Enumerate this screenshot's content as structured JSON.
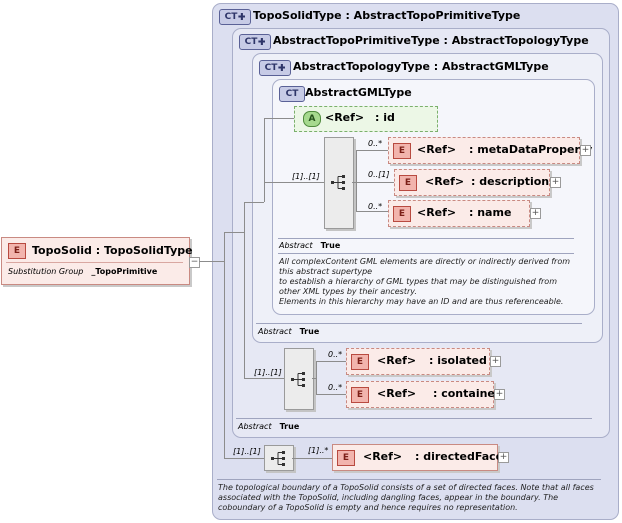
{
  "root_element": {
    "badge": "E",
    "title": "TopoSolid : TopoSolidType",
    "sub_key": "Substitution Group",
    "sub_value": "_TopoPrimitive"
  },
  "types": [
    {
      "badge": "CT",
      "title": "TopoSolidType : AbstractTopoPrimitiveType"
    },
    {
      "badge": "CT",
      "title": "AbstractTopoPrimitiveType : AbstractTopologyType"
    },
    {
      "badge": "CT",
      "title": "AbstractTopologyType : AbstractGMLType"
    },
    {
      "badge": "CT",
      "title": "AbstractGMLType"
    }
  ],
  "attribute": {
    "badge": "A",
    "ref": "<Ref>",
    "name": ": id"
  },
  "gml_sequence": {
    "occurrence": "[1]..[1]",
    "elements": [
      {
        "occurrence": "0..*",
        "badge": "E",
        "ref": "<Ref>",
        "name": ": metaDataProperty"
      },
      {
        "occurrence": "0..[1]",
        "badge": "E",
        "ref": "<Ref>",
        "name": ": description"
      },
      {
        "occurrence": "0..*",
        "badge": "E",
        "ref": "<Ref>",
        "name": ": name"
      }
    ]
  },
  "gml_meta": {
    "key": "Abstract",
    "value": "True"
  },
  "gml_doc": [
    "All complexContent GML elements are directly or indirectly derived from",
    "this abstract supertype",
    "to establish a hierarchy of GML types that may be distinguished from",
    "other XML types by their ancestry.",
    "Elements in this hierarchy may have an ID and are thus referenceable."
  ],
  "topology_meta": {
    "key": "Abstract",
    "value": "True"
  },
  "topo_prim_sequence": {
    "occurrence": "[1]..[1]",
    "elements": [
      {
        "occurrence": "0..*",
        "badge": "E",
        "ref": "<Ref>",
        "name": ": isolated"
      },
      {
        "occurrence": "0..*",
        "badge": "E",
        "ref": "<Ref>",
        "name": ": container"
      }
    ]
  },
  "topo_prim_meta": {
    "key": "Abstract",
    "value": "True"
  },
  "solid_sequence": {
    "occurrence": "[1]..[1]",
    "elements": [
      {
        "occurrence": "[1]..*",
        "badge": "E",
        "ref": "<Ref>",
        "name": ": directedFace"
      }
    ]
  },
  "solid_doc": [
    "The topological boundary of a TopoSolid consists of a set of directed faces. Note that all faces",
    "associated with the TopoSolid, including dangling faces, appear in the boundary. The",
    "coboundary of a TopoSolid is empty and hence requires no representation."
  ],
  "icons": {
    "expand": "+",
    "collapse": "−"
  }
}
